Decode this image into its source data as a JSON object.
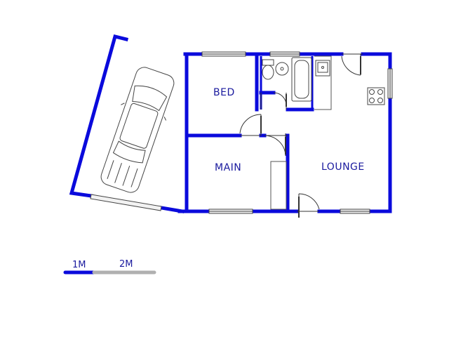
{
  "rooms": {
    "bed": "BED",
    "main": "MAIN",
    "lounge": "LOUNGE"
  },
  "scale": {
    "one": "1M",
    "two": "2M"
  },
  "colors": {
    "wall": "#0a0adc",
    "label": "#1a1a9e",
    "fixture": "#555555",
    "scale_grey": "#b0b0b0"
  },
  "icons": [
    "car-icon",
    "toilet-icon",
    "basin-icon",
    "bathtub-icon",
    "sink-icon",
    "stove-icon",
    "window-icon",
    "door-swing-icon"
  ]
}
